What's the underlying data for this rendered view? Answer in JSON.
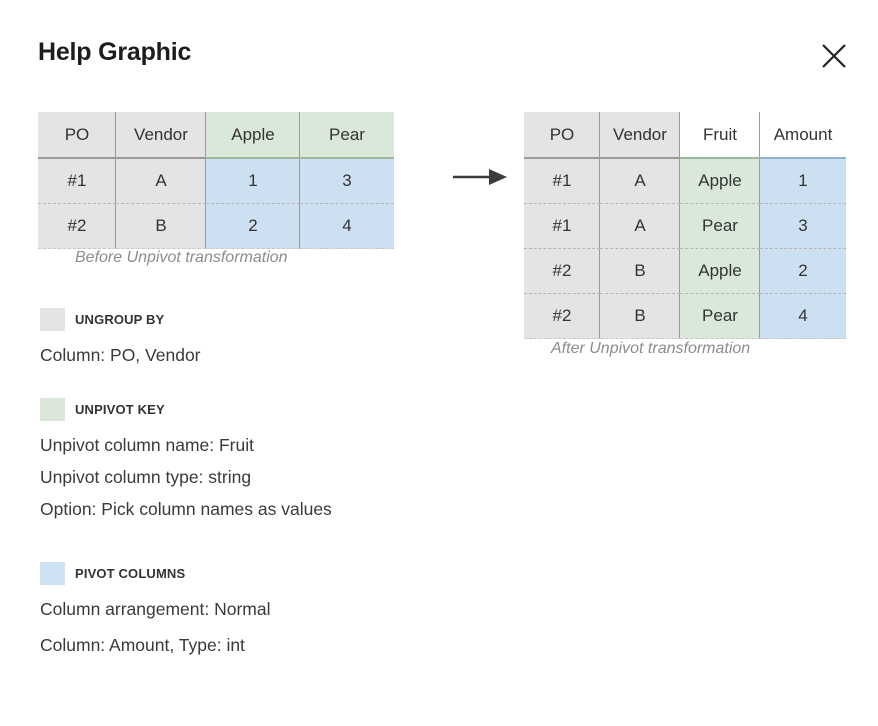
{
  "header": {
    "title": "Help Graphic",
    "close_label": "close",
    "close_icon": "close-icon"
  },
  "diagram": {
    "arrow_icon": "arrow-right-icon",
    "before": {
      "caption": "Before Unpivot transformation",
      "columns": [
        {
          "label": "PO",
          "fill": "gray"
        },
        {
          "label": "Vendor",
          "fill": "gray"
        },
        {
          "label": "Apple",
          "fill": "green"
        },
        {
          "label": "Pear",
          "fill": "green"
        }
      ],
      "rows": [
        [
          "#1",
          "A",
          "1",
          "3"
        ],
        [
          "#2",
          "B",
          "2",
          "4"
        ]
      ],
      "body_fills": [
        "gray",
        "gray",
        "blue",
        "blue"
      ]
    },
    "after": {
      "caption": "After Unpivot transformation",
      "columns": [
        {
          "label": "PO",
          "fill": "gray"
        },
        {
          "label": "Vendor",
          "fill": "gray"
        },
        {
          "label": "Fruit",
          "fill": "white"
        },
        {
          "label": "Amount",
          "fill": "white"
        }
      ],
      "rows": [
        [
          "#1",
          "A",
          "Apple",
          "1"
        ],
        [
          "#1",
          "A",
          "Pear",
          "3"
        ],
        [
          "#2",
          "B",
          "Apple",
          "2"
        ],
        [
          "#2",
          "B",
          "Pear",
          "4"
        ]
      ],
      "body_fills": [
        "gray",
        "gray",
        "green",
        "blue"
      ]
    }
  },
  "legend": {
    "ungroup": {
      "title": "UNGROUP BY",
      "swatch_color": "#e3e3e3",
      "lines": [
        "Column: PO, Vendor"
      ]
    },
    "unpivot_key": {
      "title": "UNPIVOT KEY",
      "swatch_color": "#dae7da",
      "lines": [
        "Unpivot column name: Fruit",
        "Unpivot column type: string",
        "Option: Pick column names as values"
      ]
    },
    "pivot_columns": {
      "title": "PIVOT COLUMNS",
      "swatch_color": "#cfe2f3",
      "lines": [
        "Column arrangement: Normal",
        "Column: Amount, Type: int"
      ]
    }
  }
}
